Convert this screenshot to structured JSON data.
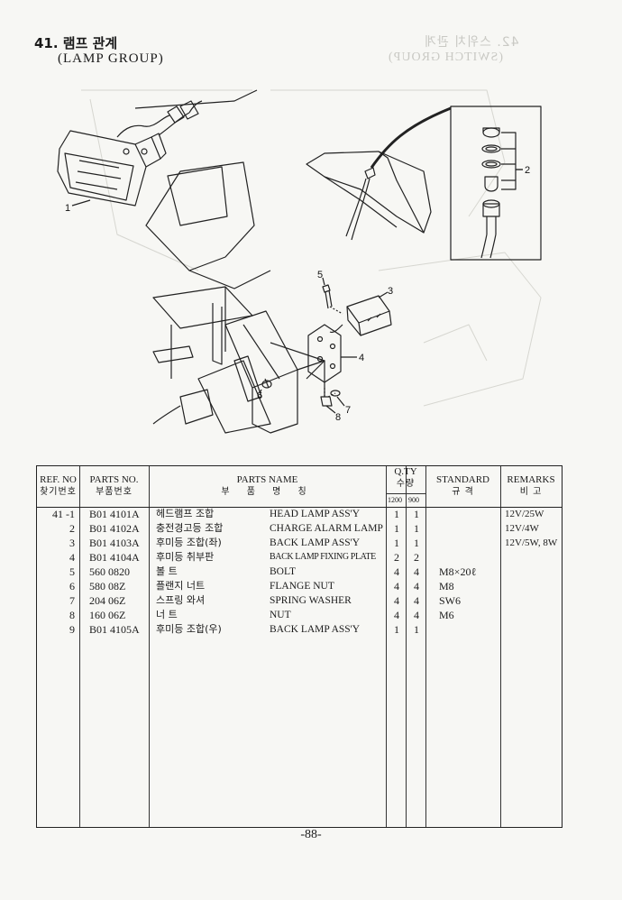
{
  "header": {
    "title_ko": "41. 램프 관계",
    "title_en": "(LAMP GROUP)"
  },
  "diagram": {
    "callouts": [
      "1",
      "2",
      "3",
      "4",
      "5",
      "6",
      "7",
      "8"
    ]
  },
  "table": {
    "headers": {
      "ref_en": "REF. NO",
      "ref_ko": "찾기번호",
      "pn_en": "PARTS NO.",
      "pn_ko": "부품번호",
      "name_en": "PARTS NAME",
      "name_ko": "부 품 명 칭",
      "qty_en": "Q.TY",
      "qty_ko": "수량",
      "qty_sub1": "1200",
      "qty_sub2": "900",
      "std_en": "STANDARD",
      "std_ko": "규 격",
      "rem_en": "REMARKS",
      "rem_ko": "비 고"
    },
    "rows": [
      {
        "ref": "41 -1",
        "part_no": "B01 4101A",
        "name_ko": "헤드램프 조합",
        "name_en": "HEAD LAMP ASS'Y",
        "q1": "1",
        "q2": "1",
        "std": "",
        "rem": "12V/25W"
      },
      {
        "ref": "2",
        "part_no": "B01 4102A",
        "name_ko": "충전경고등 조합",
        "name_en": "CHARGE ALARM LAMP",
        "q1": "1",
        "q2": "1",
        "std": "",
        "rem": "12V/4W"
      },
      {
        "ref": "3",
        "part_no": "B01 4103A",
        "name_ko": "후미등 조합(좌)",
        "name_en": "BACK LAMP ASS'Y",
        "q1": "1",
        "q2": "1",
        "std": "",
        "rem": "12V/5W, 8W"
      },
      {
        "ref": "4",
        "part_no": "B01 4104A",
        "name_ko": "후미등 취부판",
        "name_en": "BACK LAMP FIXING PLATE",
        "q1": "2",
        "q2": "2",
        "std": "",
        "rem": ""
      },
      {
        "ref": "5",
        "part_no": "560 0820",
        "name_ko": "볼 트",
        "name_en": "BOLT",
        "q1": "4",
        "q2": "4",
        "std": "M8×20ℓ",
        "rem": ""
      },
      {
        "ref": "6",
        "part_no": "580 08Z",
        "name_ko": "플랜지 너트",
        "name_en": "FLANGE NUT",
        "q1": "4",
        "q2": "4",
        "std": "M8",
        "rem": ""
      },
      {
        "ref": "7",
        "part_no": "204 06Z",
        "name_ko": "스프링 와셔",
        "name_en": "SPRING WASHER",
        "q1": "4",
        "q2": "4",
        "std": "SW6",
        "rem": ""
      },
      {
        "ref": "8",
        "part_no": "160 06Z",
        "name_ko": "너 트",
        "name_en": "NUT",
        "q1": "4",
        "q2": "4",
        "std": "M6",
        "rem": ""
      },
      {
        "ref": "9",
        "part_no": "B01 4105A",
        "name_ko": "후미등 조합(우)",
        "name_en": "BACK LAMP ASS'Y",
        "q1": "1",
        "q2": "1",
        "std": "",
        "rem": ""
      }
    ]
  },
  "footer": {
    "page_number": "-88-"
  }
}
